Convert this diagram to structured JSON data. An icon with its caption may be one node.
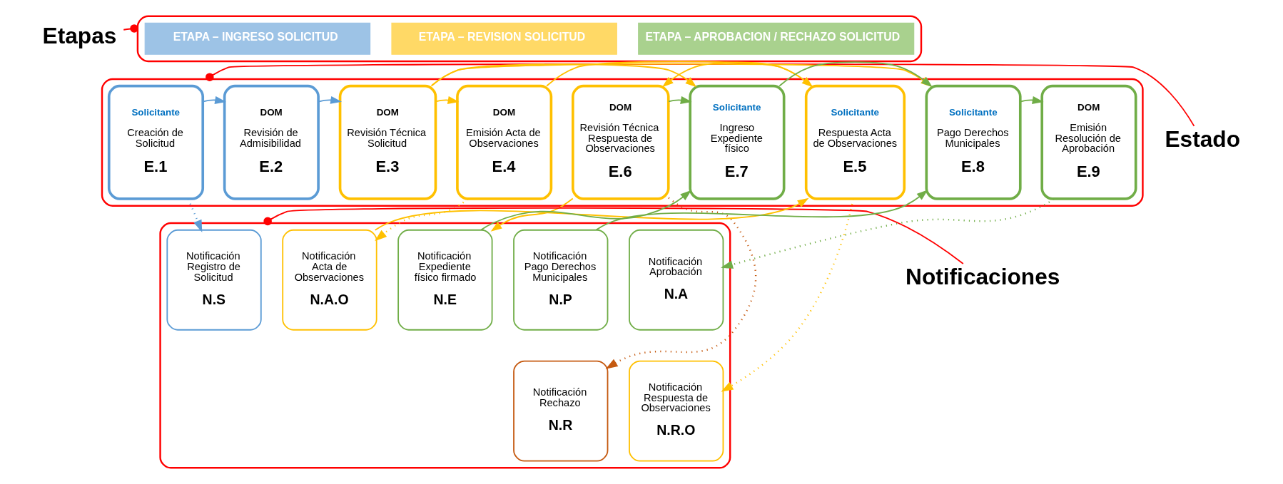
{
  "diagram": {
    "nodes": [
      {
        "text": [
          "Etapas"
        ]
      },
      {
        "text": [],
        "shape": "box"
      },
      {
        "text": [
          "ETAPA – INGRESO SOLICITUD"
        ],
        "in": 1
      },
      {
        "text": [
          "ETAPA – REVISION SOLICITUD"
        ],
        "in": 1
      },
      {
        "text": [
          "ETAPA – APROBACION / RECHAZO SOLICITUD"
        ],
        "in": 1
      },
      {
        "text": [
          "Estado"
        ]
      },
      {
        "text": [],
        "shape": "box"
      },
      {
        "text": [
          "Solicitante",
          "Creación de Solicitud",
          "E.1"
        ],
        "in": 6
      },
      {
        "text": [
          "DOM",
          "Revisión de Admisibilidad",
          "E.2"
        ],
        "in": 6
      },
      {
        "text": [
          "DOM",
          "Revisión Técnica Solicitud",
          "E.3"
        ],
        "in": 6
      },
      {
        "text": [
          "DOM",
          "Emisión Acta de Observaciones",
          "E.4"
        ],
        "in": 6
      },
      {
        "text": [
          "Solicitante",
          "Respuesta Acta de Observaciones",
          "E.5"
        ],
        "in": 6
      },
      {
        "text": [
          "DOM",
          "Revisión Técnica Respuesta de Observaciones",
          "E.6"
        ],
        "in": 6
      },
      {
        "text": [
          "Solicitante",
          "Ingreso Expediente físico",
          "E.7"
        ],
        "in": 6
      },
      {
        "text": [
          "Solicitante",
          "Pago Derechos Municipales",
          "E.8"
        ],
        "in": 6
      },
      {
        "text": [
          "DOM",
          "Emisión Resolución de Aprobación",
          "E.9"
        ],
        "in": 6
      },
      {
        "text": [
          "Notificaciones"
        ]
      },
      {
        "text": [],
        "shape": "box"
      },
      {
        "text": [
          "Notificación Registro de Solicitud",
          "N.S"
        ],
        "in": 17
      },
      {
        "text": [
          "Notificación Acta de Observaciones",
          "N.A.O"
        ],
        "in": 17
      },
      {
        "text": [
          "Notificación Expediente físico firmado",
          "N.E"
        ],
        "in": 17
      },
      {
        "text": [
          "Notificación Pago Derechos Municipales",
          "N.P"
        ],
        "in": 17
      },
      {
        "text": [
          "Notificación Aprobación",
          "N.A"
        ],
        "in": 17
      },
      {
        "text": [
          "Notificación Respuesta de Observaciones",
          "N.R.O"
        ],
        "in": 17
      },
      {
        "text": [
          "Notificación Rechazo",
          "N.R"
        ],
        "in": 17
      }
    ],
    "edges": [
      {
        "from": 0,
        "to": 1,
        "arrow": "other",
        "color": "#ff0000"
      },
      {
        "from": 5,
        "to": 6,
        "arrow": "other",
        "color": "#ff0000"
      },
      {
        "from": 16,
        "to": 17,
        "arrow": "other",
        "color": "#ff0000"
      },
      {
        "from": 7,
        "to": 8,
        "arrow": "to",
        "color": "#5b9bd5"
      },
      {
        "from": 8,
        "to": 9,
        "arrow": "to",
        "color": "#5b9bd5"
      },
      {
        "from": 9,
        "to": 10,
        "arrow": "to"
      },
      {
        "from": 10,
        "to": 11,
        "arrow": "to"
      },
      {
        "from": 11,
        "to": 12,
        "arrow": "to"
      },
      {
        "from": 12,
        "to": 13,
        "arrow": "to",
        "color": "#70ad47"
      },
      {
        "from": 13,
        "to": 14,
        "arrow": "to",
        "color": "#70ad47"
      },
      {
        "from": 14,
        "to": 15,
        "arrow": "to",
        "color": "#70ad47"
      },
      {
        "from": 9,
        "to": 13,
        "arrow": "to"
      },
      {
        "from": 9,
        "to": 14,
        "arrow": "to"
      },
      {
        "from": 7,
        "to": 18,
        "arrow": "to",
        "style": "dashed",
        "color": "#5b9bd5"
      },
      {
        "from": 10,
        "to": 19,
        "arrow": "to",
        "style": "dashed"
      },
      {
        "from": 19,
        "to": 11,
        "arrow": "to"
      },
      {
        "from": 11,
        "to": 23,
        "arrow": "to",
        "style": "dashed"
      },
      {
        "from": 12,
        "to": 20,
        "arrow": "to"
      },
      {
        "from": 12,
        "to": 24,
        "arrow": "to",
        "style": "dashed",
        "color": "#c55a11"
      },
      {
        "from": 20,
        "to": 13,
        "arrow": "to",
        "color": "#70ad47"
      },
      {
        "from": 21,
        "to": 14,
        "arrow": "to",
        "color": "#70ad47"
      },
      {
        "from": 15,
        "to": 22,
        "arrow": "to",
        "style": "dashed",
        "color": "#70ad47"
      }
    ]
  }
}
